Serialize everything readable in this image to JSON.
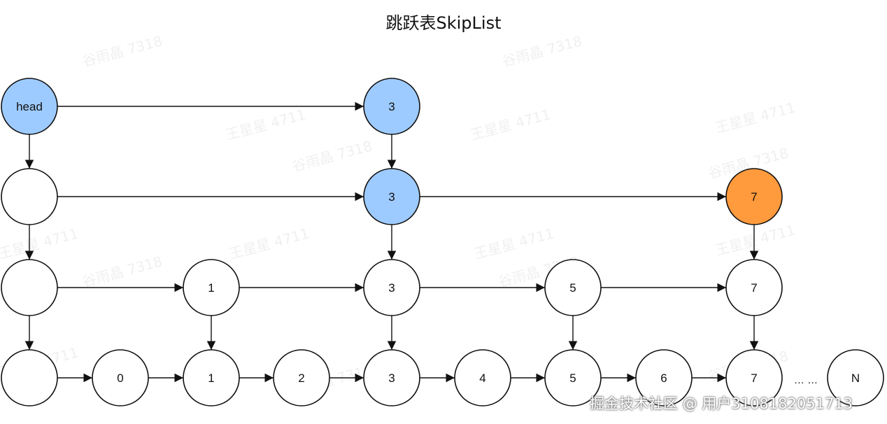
{
  "title": "跳跃表SkipList",
  "watermarks": [
    "谷雨晶 7318",
    "王星星 4711"
  ],
  "levels": [
    {
      "level": 3,
      "nodes": [
        {
          "id": "head",
          "label": "head",
          "fill": "#9ecbff"
        },
        {
          "id": "3",
          "label": "3",
          "fill": "#9ecbff"
        }
      ]
    },
    {
      "level": 2,
      "nodes": [
        {
          "id": "head",
          "label": "",
          "fill": "#ffffff"
        },
        {
          "id": "3",
          "label": "3",
          "fill": "#9ecbff"
        },
        {
          "id": "7",
          "label": "7",
          "fill": "#ff9a3d"
        }
      ]
    },
    {
      "level": 1,
      "nodes": [
        {
          "id": "head",
          "label": "",
          "fill": "#ffffff"
        },
        {
          "id": "1",
          "label": "1",
          "fill": "#ffffff"
        },
        {
          "id": "3",
          "label": "3",
          "fill": "#ffffff"
        },
        {
          "id": "5",
          "label": "5",
          "fill": "#ffffff"
        },
        {
          "id": "7",
          "label": "7",
          "fill": "#ffffff"
        }
      ]
    },
    {
      "level": 0,
      "nodes": [
        {
          "id": "head",
          "label": "",
          "fill": "#ffffff"
        },
        {
          "id": "0",
          "label": "0",
          "fill": "#ffffff"
        },
        {
          "id": "1",
          "label": "1",
          "fill": "#ffffff"
        },
        {
          "id": "2",
          "label": "2",
          "fill": "#ffffff"
        },
        {
          "id": "3",
          "label": "3",
          "fill": "#ffffff"
        },
        {
          "id": "4",
          "label": "4",
          "fill": "#ffffff"
        },
        {
          "id": "5",
          "label": "5",
          "fill": "#ffffff"
        },
        {
          "id": "6",
          "label": "6",
          "fill": "#ffffff"
        },
        {
          "id": "7",
          "label": "7",
          "fill": "#ffffff"
        },
        {
          "id": "N",
          "label": "N",
          "fill": "#ffffff"
        }
      ]
    }
  ],
  "ellipsis": "… …",
  "credit": "掘金技术社区 @ 用户3108182051713"
}
